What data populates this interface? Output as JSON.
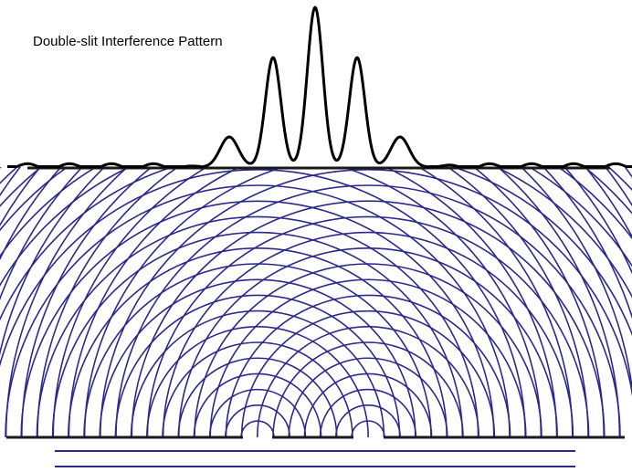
{
  "title": "Double-slit Interference Pattern",
  "colors": {
    "wavefront": "#2b2a8a",
    "pattern": "#000000",
    "barrier": "#1a1a1a",
    "incident_wave": "#2b2a8a",
    "background": "#ffffff"
  },
  "slits": {
    "count": 2
  },
  "pattern": {
    "peaks_visible": 5
  },
  "incident_wavefronts": {
    "count": 2
  }
}
